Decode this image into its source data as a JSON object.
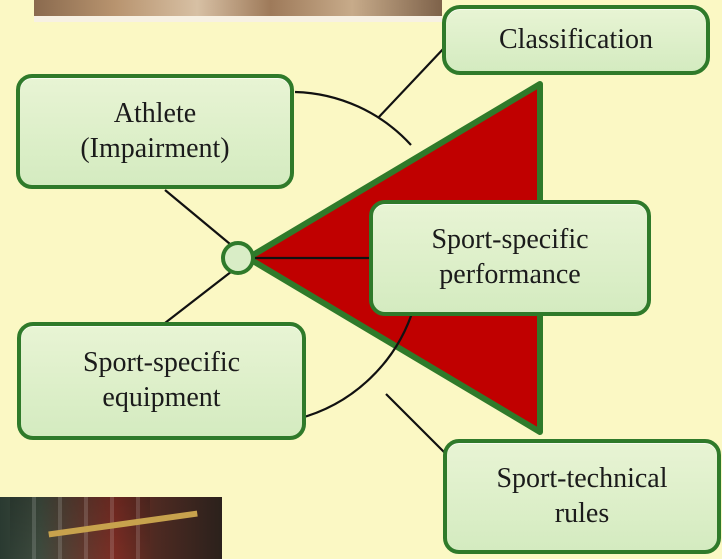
{
  "diagram": {
    "boxes": {
      "classification": {
        "lines": [
          "Classification"
        ]
      },
      "athlete": {
        "lines": [
          "Athlete",
          "(Impairment)"
        ]
      },
      "performance": {
        "lines": [
          "Sport-specific",
          "performance"
        ]
      },
      "equipment": {
        "lines": [
          "Sport-specific",
          "equipment"
        ]
      },
      "technical": {
        "lines": [
          "Sport-technical",
          "rules"
        ]
      }
    },
    "colors": {
      "background": "#fbf8c4",
      "box_fill": "#d4ebc0",
      "box_border": "#2f7a2a",
      "wedge_fill": "#c00000",
      "connector": "#111111"
    },
    "icons": {
      "hub": "circle-node-icon"
    }
  }
}
